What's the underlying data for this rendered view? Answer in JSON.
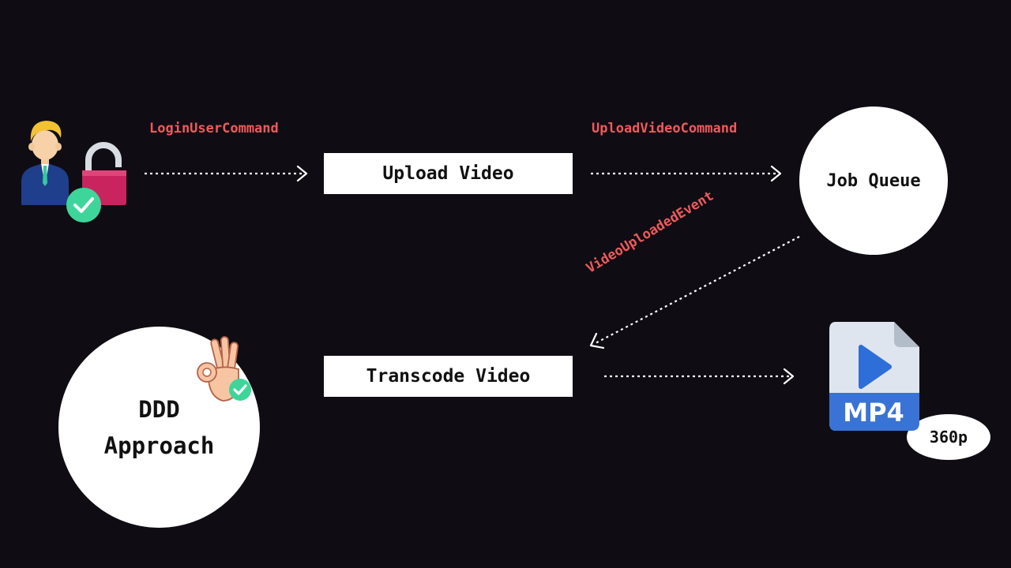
{
  "colors": {
    "background": "#0f0d13",
    "command_text": "#ef5a5a",
    "box": "#ffffff"
  },
  "labels": {
    "login_command": "LoginUserCommand",
    "upload_command": "UploadVideoCommand",
    "uploaded_event": "VideoUploadedEvent"
  },
  "nodes": {
    "upload_video": "Upload Video",
    "job_queue": "Job Queue",
    "transcode_video": "Transcode Video",
    "ddd_line1": "DDD",
    "ddd_line2": "Approach",
    "file_format": "MP4",
    "resolution": "360p"
  },
  "icons": {
    "user": "user-unlocked-icon",
    "ok_hand": "ok-hand-icon",
    "file": "mp4-file-icon"
  }
}
